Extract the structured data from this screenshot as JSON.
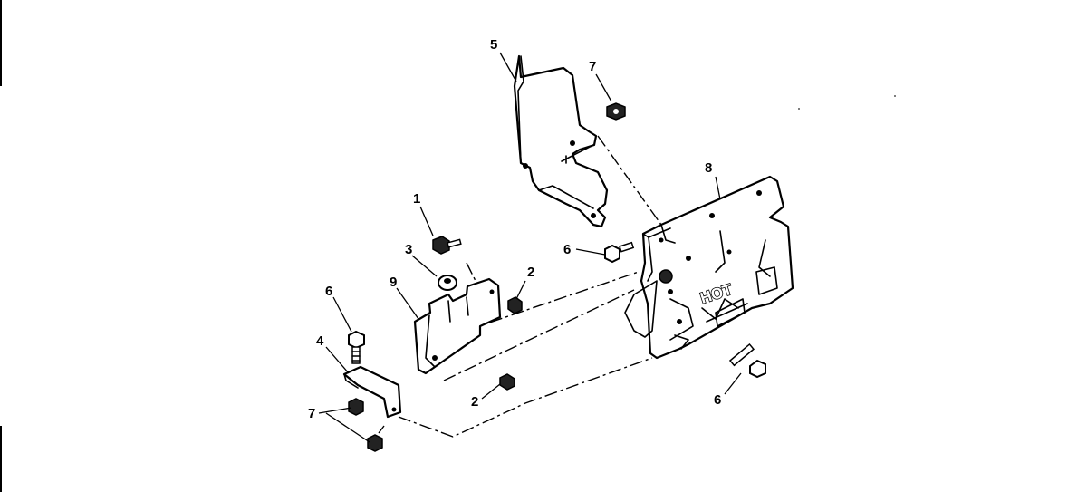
{
  "diagram": {
    "callouts": {
      "c1": "1",
      "c2a": "2",
      "c2b": "2",
      "c3": "3",
      "c4": "4",
      "c5": "5",
      "c6a": "6",
      "c6b": "6",
      "c6c": "6",
      "c7a": "7",
      "c7b": "7",
      "c8": "8",
      "c9": "9"
    },
    "stamp": "HOT"
  }
}
